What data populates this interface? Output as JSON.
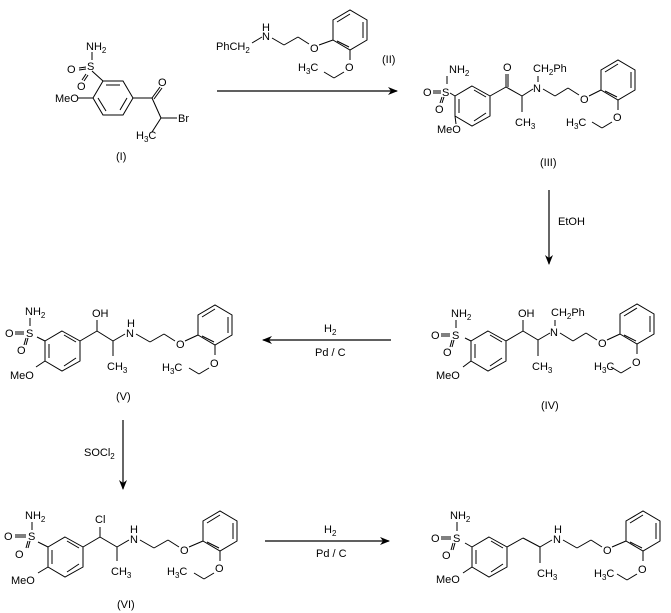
{
  "scheme": {
    "background": "#ffffff",
    "ink": "#000000",
    "compounds": [
      {
        "id": "I",
        "label": "(I)",
        "groups": {
          "sulfonamide": "NH2",
          "sulfonyl_o1": "O",
          "sulfonyl_o2": "O",
          "sulfur": "S",
          "methoxy": "MeO",
          "ketone_o": "O",
          "halide": "Br",
          "methyl": "H3C"
        }
      },
      {
        "id": "II",
        "label": "(II)",
        "groups": {
          "benzyl": "PhCH2",
          "amine": "N",
          "amine_h": "H",
          "ether_o": "O",
          "ethoxy_o": "O",
          "methyl": "H3C"
        }
      },
      {
        "id": "III",
        "label": "(III)",
        "groups": {
          "sulfonamide": "NH2",
          "sulfur": "S",
          "o1": "O",
          "o2": "O",
          "methoxy": "MeO",
          "ketone_o": "O",
          "amine": "N",
          "benzyl": "CH2Ph",
          "methyl": "CH3",
          "ether_o": "O",
          "ethoxy_o": "O",
          "ethyl_methyl": "H3C"
        }
      },
      {
        "id": "IV",
        "label": "(IV)",
        "groups": {
          "sulfonamide": "NH2",
          "sulfur": "S",
          "o1": "O",
          "o2": "O",
          "methoxy": "MeO",
          "hydroxyl": "OH",
          "amine": "N",
          "benzyl": "CH2Ph",
          "methyl": "CH3",
          "ether_o": "O",
          "ethoxy_o": "O",
          "ethyl_methyl": "H3C"
        }
      },
      {
        "id": "V",
        "label": "(V)",
        "groups": {
          "sulfonamide": "NH2",
          "sulfur": "S",
          "o1": "O",
          "o2": "O",
          "methoxy": "MeO",
          "hydroxyl": "OH",
          "amine": "N",
          "amine_h": "H",
          "methyl": "CH3",
          "ether_o": "O",
          "ethoxy_o": "O",
          "ethyl_methyl": "H3C"
        }
      },
      {
        "id": "VI",
        "label": "(VI)",
        "groups": {
          "sulfonamide": "NH2",
          "sulfur": "S",
          "o1": "O",
          "o2": "O",
          "methoxy": "MeO",
          "chloro": "Cl",
          "amine": "N",
          "amine_h": "H",
          "methyl": "CH3",
          "ether_o": "O",
          "ethoxy_o": "O",
          "ethyl_methyl": "H3C"
        }
      },
      {
        "id": "VII",
        "label": "",
        "groups": {
          "sulfonamide": "NH2",
          "sulfur": "S",
          "o1": "O",
          "o2": "O",
          "methoxy": "MeO",
          "amine": "N",
          "amine_h": "H",
          "methyl": "CH3",
          "ether_o": "O",
          "ethoxy_o": "O",
          "ethyl_methyl": "H3C"
        }
      }
    ],
    "reactions": [
      {
        "from": "I",
        "to": "III",
        "reagent_above": "(II)",
        "reagent_below": ""
      },
      {
        "from": "III",
        "to": "IV",
        "reagent": "EtOH"
      },
      {
        "from": "IV",
        "to": "V",
        "reagent_above": "H2",
        "reagent_below": "Pd / C"
      },
      {
        "from": "V",
        "to": "VI",
        "reagent": "SOCl2"
      },
      {
        "from": "VI",
        "to": "VII",
        "reagent_above": "H2",
        "reagent_below": "Pd / C"
      }
    ],
    "reagent_text": {
      "etoh": "EtOH",
      "h2": "H",
      "h2_sub": "2",
      "pdc": "Pd / C",
      "socl": "SOCl",
      "socl_sub": "2"
    }
  }
}
